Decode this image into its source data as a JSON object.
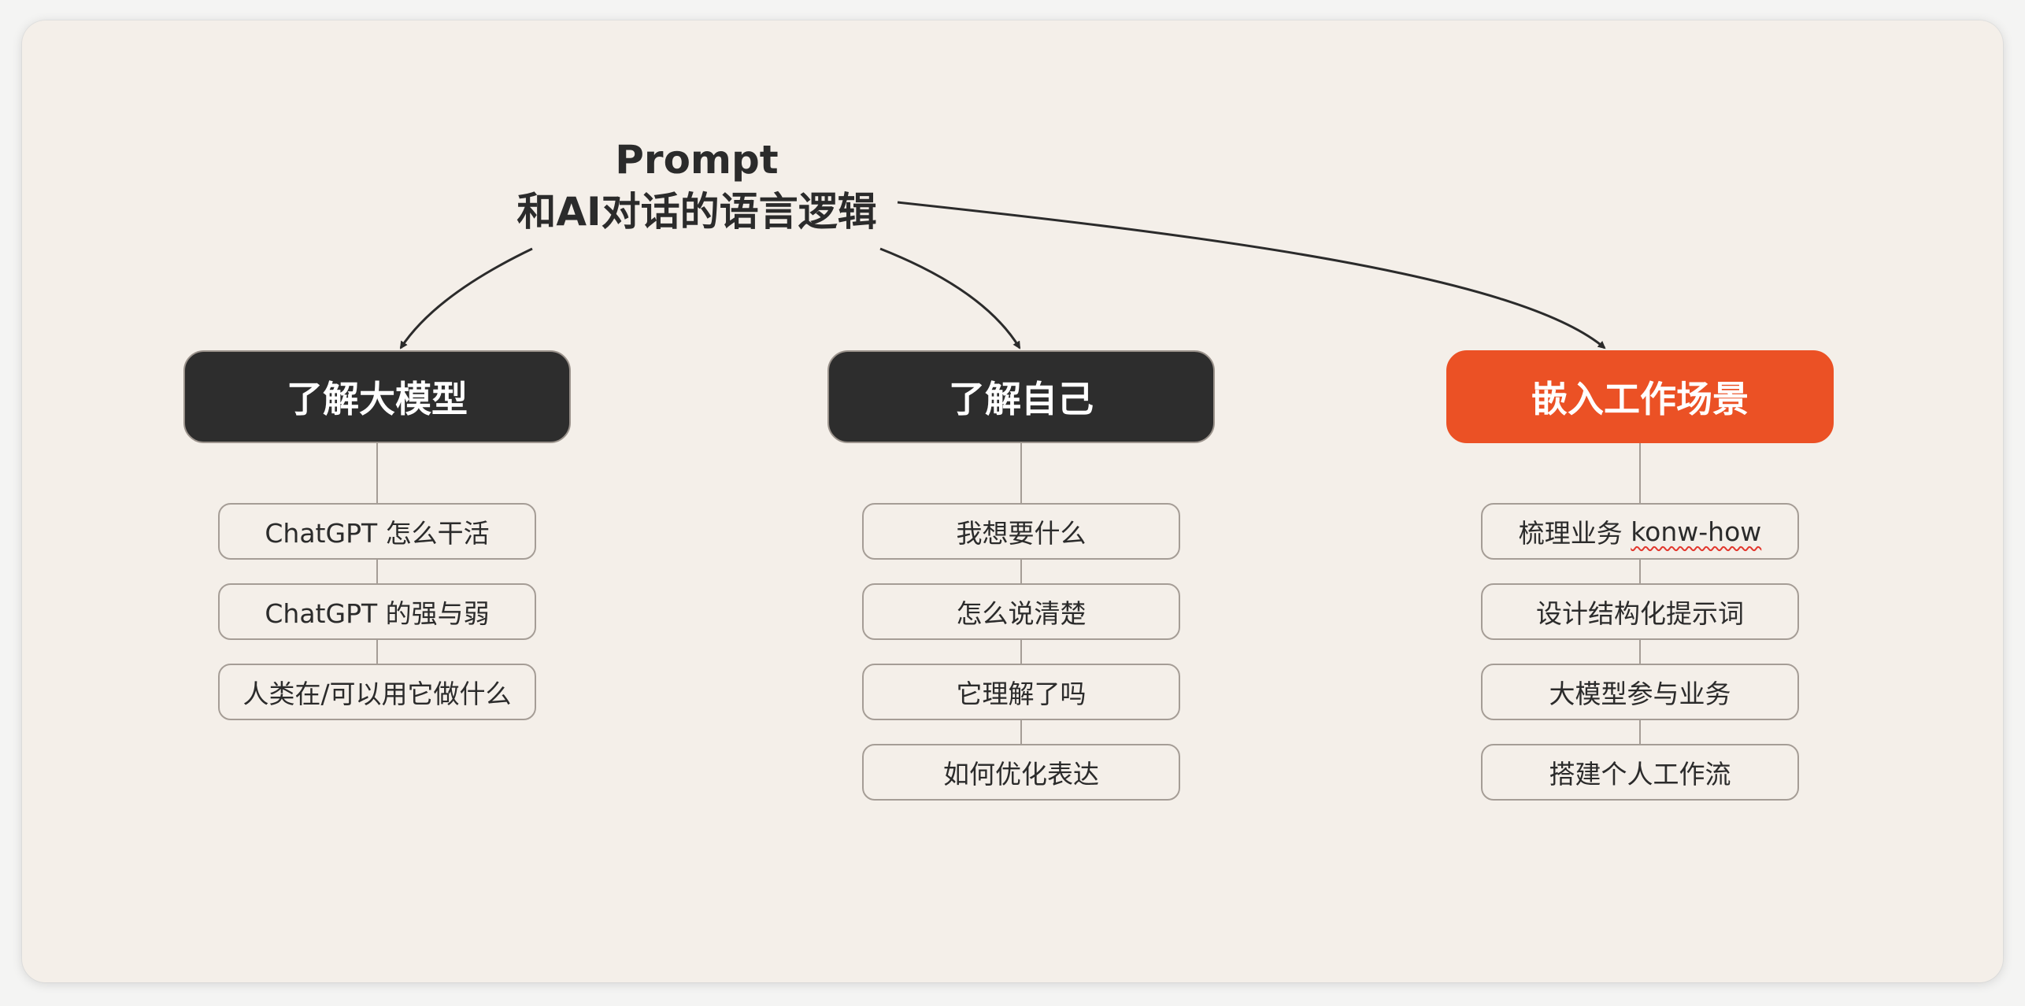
{
  "root": {
    "title_line1": "Prompt",
    "title_line2": "和AI对话的语言逻辑"
  },
  "branches": [
    {
      "label": "了解大模型",
      "children": [
        "ChatGPT 怎么干活",
        "ChatGPT 的强与弱",
        "人类在/可以用它做什么"
      ]
    },
    {
      "label": "了解自己",
      "children": [
        "我想要什么",
        "怎么说清楚",
        "它理解了吗",
        "如何优化表达"
      ]
    },
    {
      "label": "嵌入工作场景",
      "children": [
        "梳理业务",
        "konw-how",
        "设计结构化提示词",
        "大模型参与业务",
        "搭建个人工作流"
      ]
    }
  ],
  "colors": {
    "canvas": "#f4efe9",
    "dark_topic": "#2d2d2d",
    "accent_topic": "#eb5125",
    "line": "#2b2b2b",
    "spellcheck_underline": "#e2372d"
  }
}
